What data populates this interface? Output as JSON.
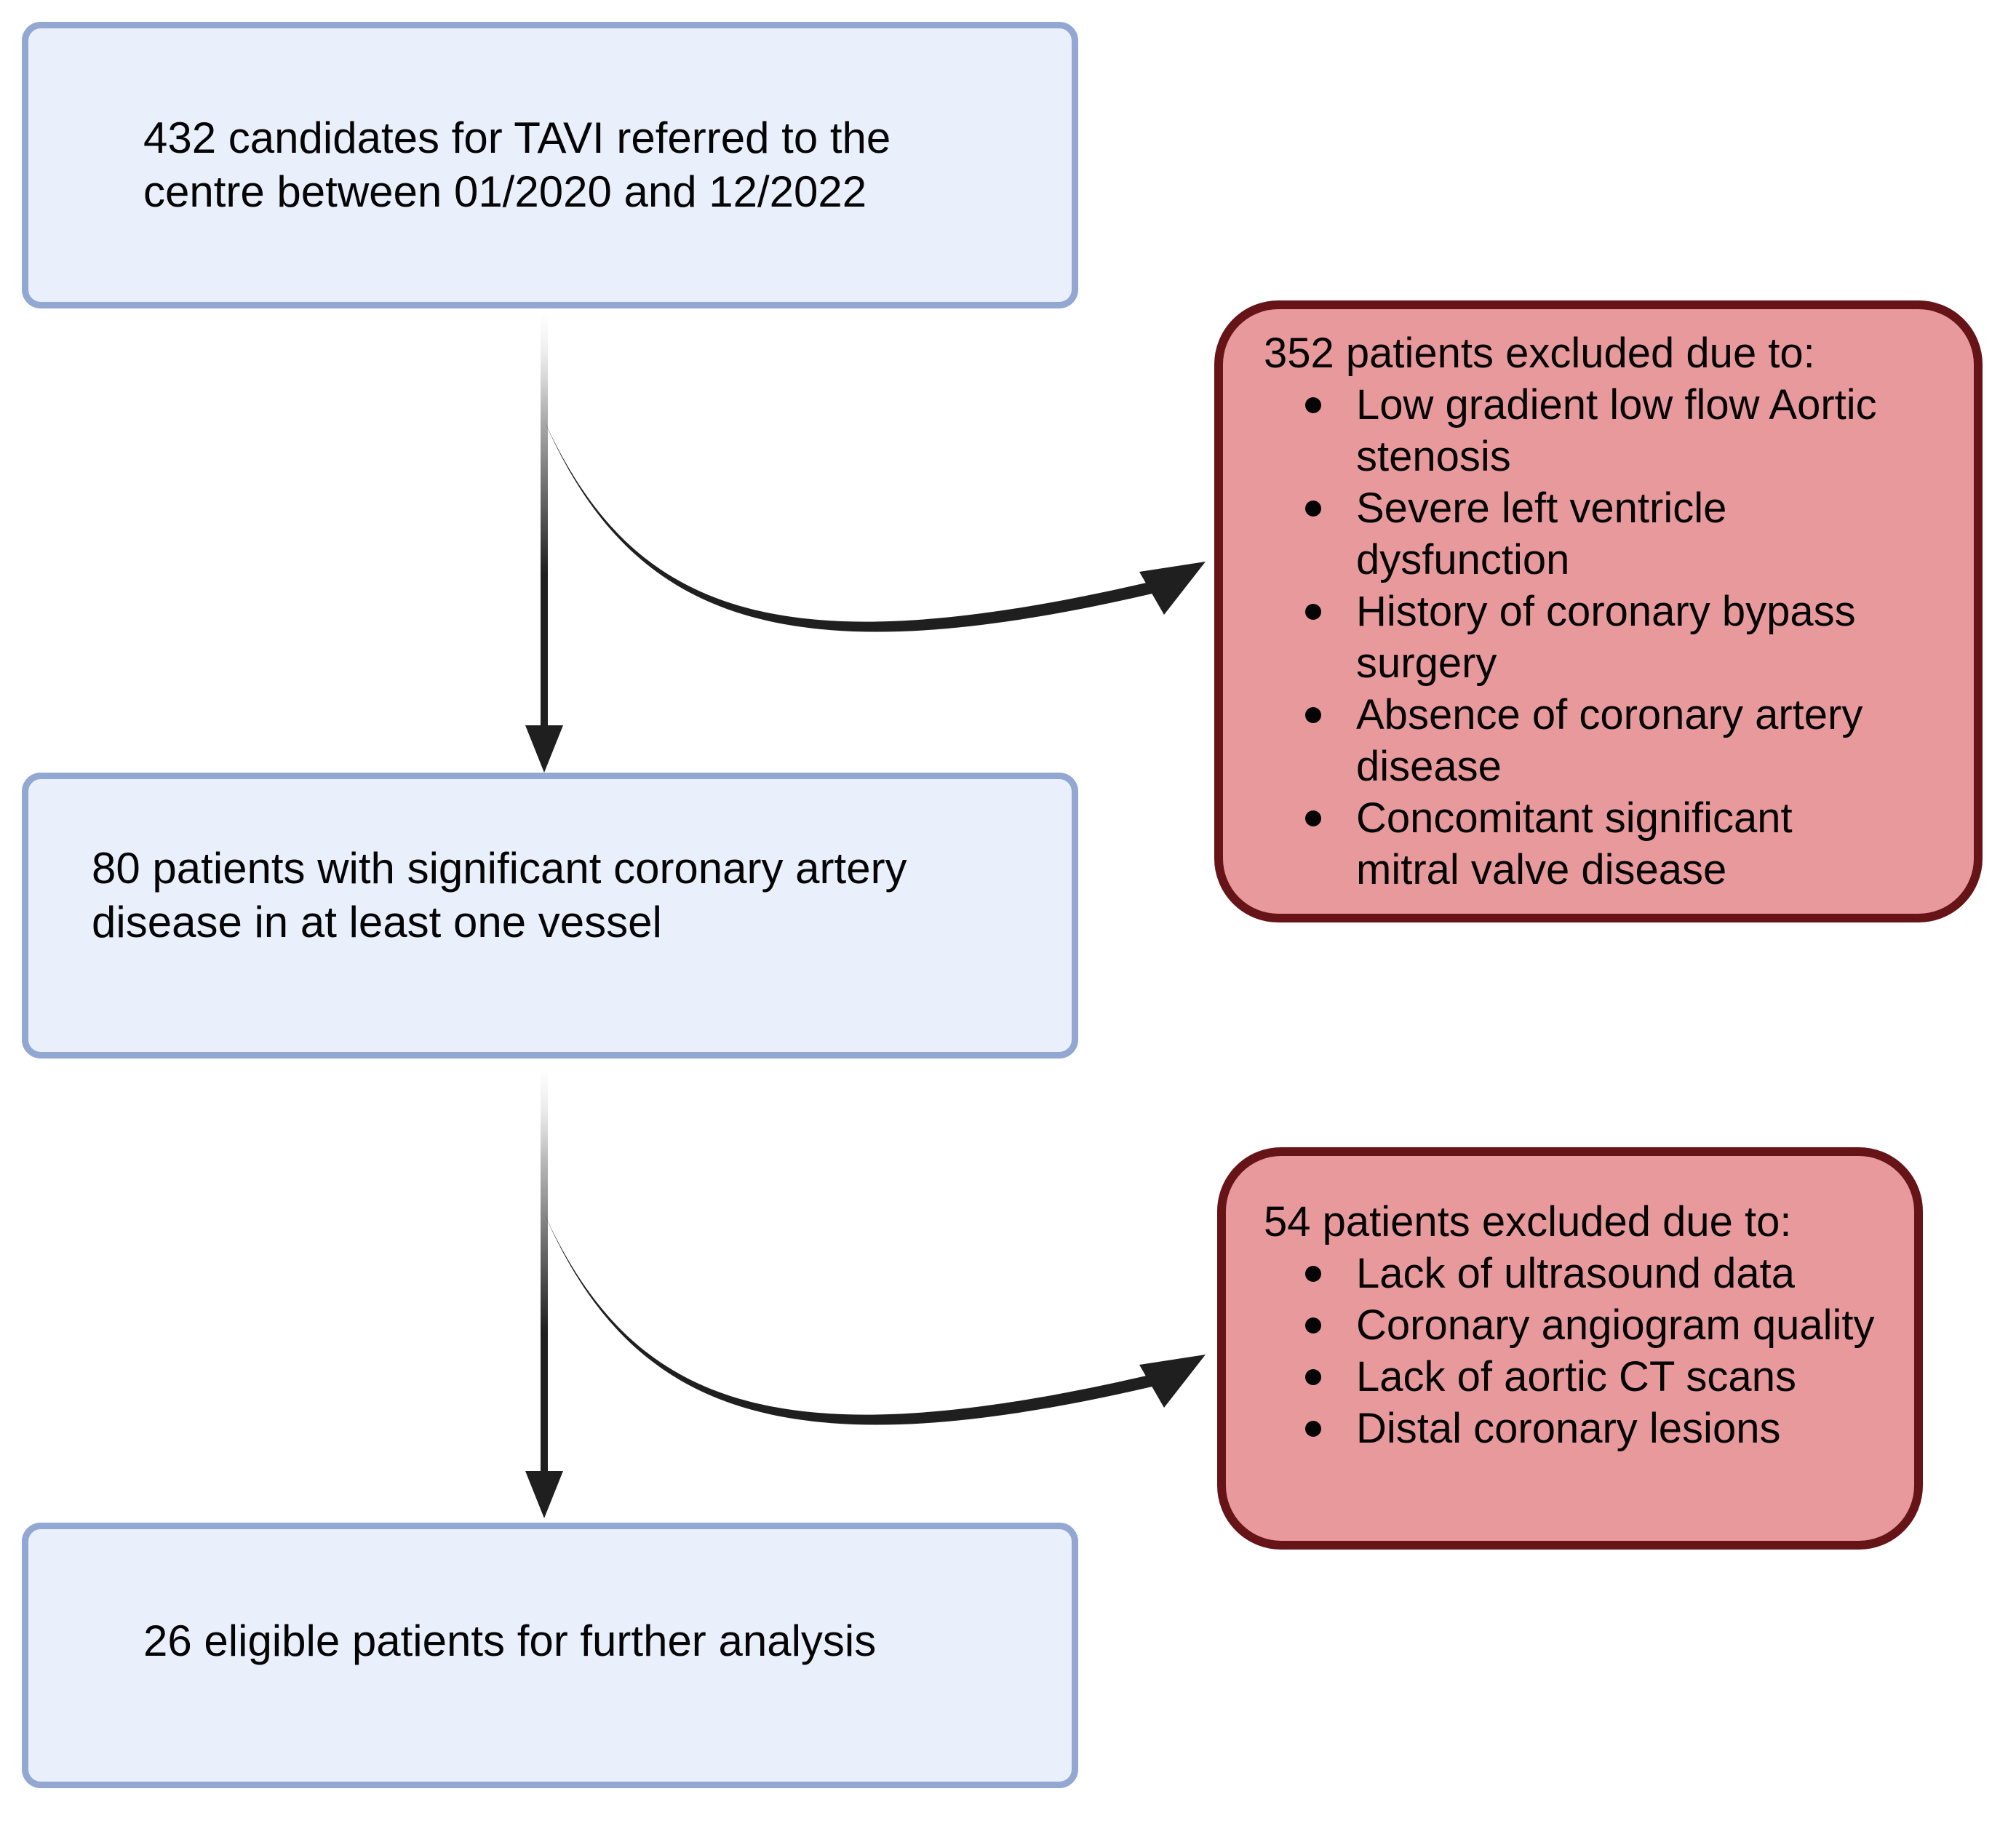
{
  "diagram": {
    "process_boxes": {
      "candidates": {
        "text": "432 candidates for TAVI referred to the\ncentre between 01/2020 and 12/2022"
      },
      "cad": {
        "text": "80 patients with significant coronary artery\ndisease in at least one vessel"
      },
      "eligible": {
        "text": "26 eligible patients for further analysis"
      }
    },
    "exclusions": {
      "first": {
        "title": "352 patients excluded due to:",
        "reasons": [
          "Low gradient low flow Aortic\nstenosis",
          "Severe left ventricle\ndysfunction",
          "History of coronary bypass\nsurgery",
          "Absence of coronary artery\ndisease",
          "Concomitant significant\nmitral valve disease"
        ]
      },
      "second": {
        "title": "54 patients excluded due to:",
        "reasons": [
          "Lack of ultrasound data",
          "Coronary angiogram quality",
          "Lack of aortic CT scans",
          "Distal coronary lesions"
        ]
      }
    },
    "colors": {
      "process_fill": "#E9EFFB",
      "process_border": "#92A7D1",
      "exclusion_fill": "#E8999C",
      "exclusion_border": "#661418",
      "arrow_ink": "#1F1F1F"
    }
  }
}
